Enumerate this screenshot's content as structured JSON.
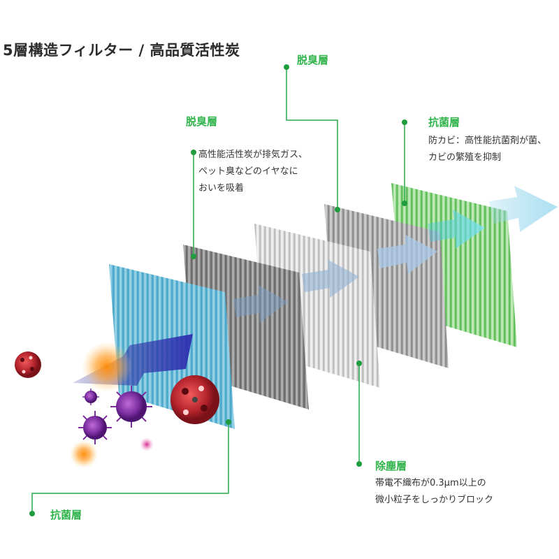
{
  "title": "5層構造フィルター / 高品質活性炭",
  "colors": {
    "accent_green": "#2fb34a",
    "leader_line": "#2aa84a",
    "dot": "#1e9c3e"
  },
  "layers": [
    {
      "label": "抗菌層",
      "color": "light-blue"
    },
    {
      "label": "除塵層",
      "color": "gray",
      "description": [
        "帯電不織布が0.3μm以上の",
        "微小粒子をしっかりブロック"
      ]
    },
    {
      "label": "脱臭層",
      "color": "gray",
      "description": [
        "高性能活性炭が排気ガス、",
        "ペット臭などのイヤなに",
        "おいを吸着"
      ]
    },
    {
      "label": "脱臭層",
      "color": "light-gray"
    },
    {
      "label": "抗菌層",
      "color": "green",
      "description": [
        "防カビ：高性能抗菌剤が菌、",
        "カビの繁殖を抑制"
      ]
    }
  ]
}
